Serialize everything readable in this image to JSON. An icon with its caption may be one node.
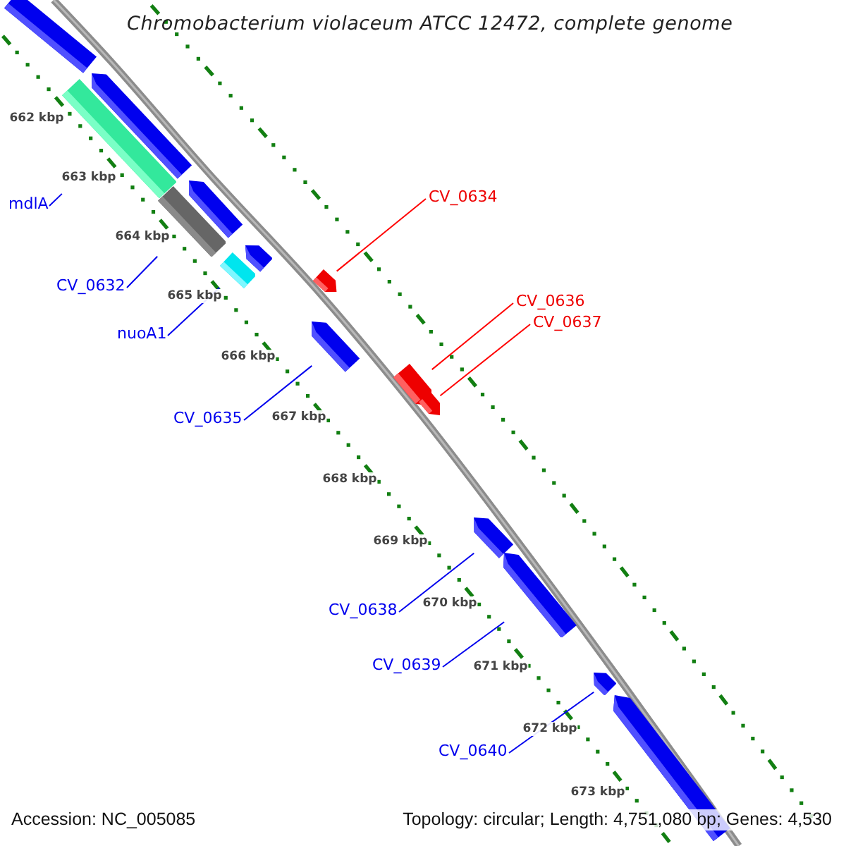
{
  "diagram": {
    "title": "Chromobacterium violaceum ATCC 12472, complete genome",
    "nodes": [
      {
        "text": [],
        "shape": "bar"
      },
      {
        "text": [],
        "shape": "bar"
      },
      {
        "text": [],
        "shape": "bar"
      },
      {
        "text": [],
        "shape": "bar"
      },
      {
        "text": [],
        "shape": "bar"
      },
      {
        "text": [],
        "shape": "bar"
      },
      {
        "text": [],
        "shape": "bar"
      },
      {
        "text": [],
        "shape": "bar"
      },
      {
        "text": [],
        "shape": "bar"
      },
      {
        "text": [],
        "shape": "bar"
      },
      {
        "text": [],
        "shape": "bar"
      },
      {
        "text": [],
        "shape": "bar"
      },
      {
        "text": [],
        "shape": "bar"
      },
      {
        "text": [],
        "shape": "bar"
      },
      {
        "text": [],
        "shape": "bar"
      },
      {
        "text": [
          "mdlA"
        ]
      },
      {
        "text": [
          "CV_0632"
        ]
      },
      {
        "text": [
          "nuoA1"
        ]
      },
      {
        "text": [
          "CV_0635"
        ]
      },
      {
        "text": [
          "CV_0634"
        ]
      },
      {
        "text": [
          "CV_0636"
        ]
      },
      {
        "text": [
          "CV_0637"
        ]
      },
      {
        "text": [
          "CV_0638"
        ]
      },
      {
        "text": [
          "CV_0639"
        ]
      },
      {
        "text": [
          "CV_0640"
        ]
      }
    ],
    "edges": [
      {
        "from": 15,
        "to": 2,
        "arrow": "none"
      },
      {
        "from": 16,
        "to": 4,
        "arrow": "none"
      },
      {
        "from": 17,
        "to": 6,
        "arrow": "none"
      },
      {
        "from": 18,
        "to": 8,
        "arrow": "none"
      },
      {
        "from": 19,
        "to": 7,
        "arrow": "none",
        "color": "#ff0000"
      },
      {
        "from": 20,
        "to": 9,
        "arrow": "none",
        "color": "#ff0000"
      },
      {
        "from": 21,
        "to": 10,
        "arrow": "none",
        "color": "#ff0000"
      },
      {
        "from": 22,
        "to": 11,
        "arrow": "none"
      },
      {
        "from": 23,
        "to": 12,
        "arrow": "none"
      },
      {
        "from": 24,
        "to": 13,
        "arrow": "none"
      }
    ],
    "labels": [
      "662 kbp",
      "663 kbp",
      "664 kbp",
      "665 kbp",
      "666 kbp",
      "667 kbp",
      "668 kbp",
      "669 kbp",
      "670 kbp",
      "671 kbp",
      "672 kbp",
      "673 kbp",
      "Accession: NC_005085",
      "Topology: circular; Length: 4,751,080 bp; Genes: 4,530"
    ]
  }
}
